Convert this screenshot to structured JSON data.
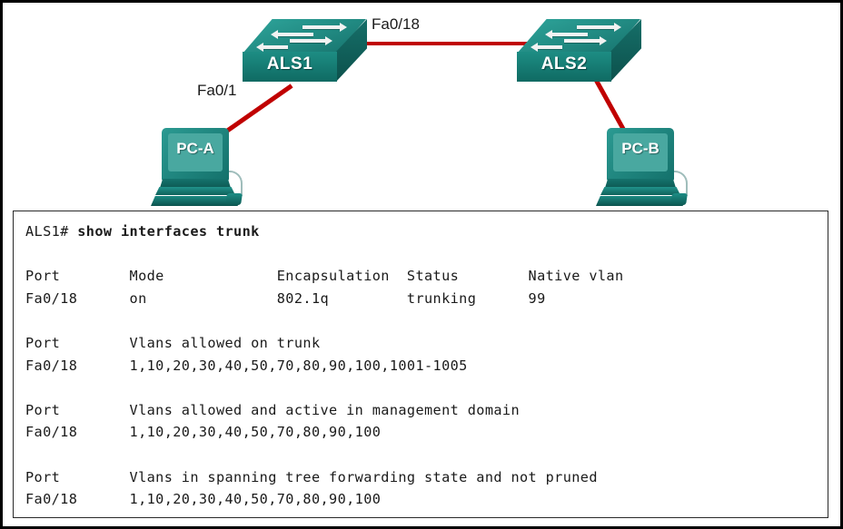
{
  "topology": {
    "devices": [
      {
        "id": "als1",
        "type": "switch",
        "label": "ALS1"
      },
      {
        "id": "als2",
        "type": "switch",
        "label": "ALS2"
      },
      {
        "id": "pca",
        "type": "pc",
        "label": "PC-A"
      },
      {
        "id": "pcb",
        "type": "pc",
        "label": "PC-B"
      }
    ],
    "link_labels": {
      "trunk": "Fa0/18",
      "access": "Fa0/1"
    },
    "colors": {
      "link": "#c00000",
      "device_teal": "#1f8a82",
      "device_screen": "#49a8a0",
      "label_text": "#1a1a1a"
    }
  },
  "terminal": {
    "prompt": "ALS1#",
    "command": "show interfaces trunk",
    "blocks": [
      {
        "headers": [
          "Port",
          "Mode",
          "Encapsulation",
          "Status",
          "Native vlan"
        ],
        "row": [
          "Fa0/18",
          "on",
          "802.1q",
          "trunking",
          "99"
        ]
      },
      {
        "headers": [
          "Port",
          "Vlans allowed on trunk"
        ],
        "row": [
          "Fa0/18",
          "1,10,20,30,40,50,70,80,90,100,1001-1005"
        ]
      },
      {
        "headers": [
          "Port",
          "Vlans allowed and active in management domain"
        ],
        "row": [
          "Fa0/18",
          "1,10,20,30,40,50,70,80,90,100"
        ]
      },
      {
        "headers": [
          "Port",
          "Vlans in spanning tree forwarding state and not pruned"
        ],
        "row": [
          "Fa0/18",
          "1,10,20,30,40,50,70,80,90,100"
        ]
      }
    ],
    "rendered_text": "ALS1# show interfaces trunk\n\nPort        Mode             Encapsulation  Status        Native vlan\nFa0/18      on               802.1q         trunking      99\n\nPort        Vlans allowed on trunk\nFa0/18      1,10,20,30,40,50,70,80,90,100,1001-1005\n\nPort        Vlans allowed and active in management domain\nFa0/18      1,10,20,30,40,50,70,80,90,100\n\nPort        Vlans in spanning tree forwarding state and not pruned\nFa0/18      1,10,20,30,40,50,70,80,90,100"
  }
}
